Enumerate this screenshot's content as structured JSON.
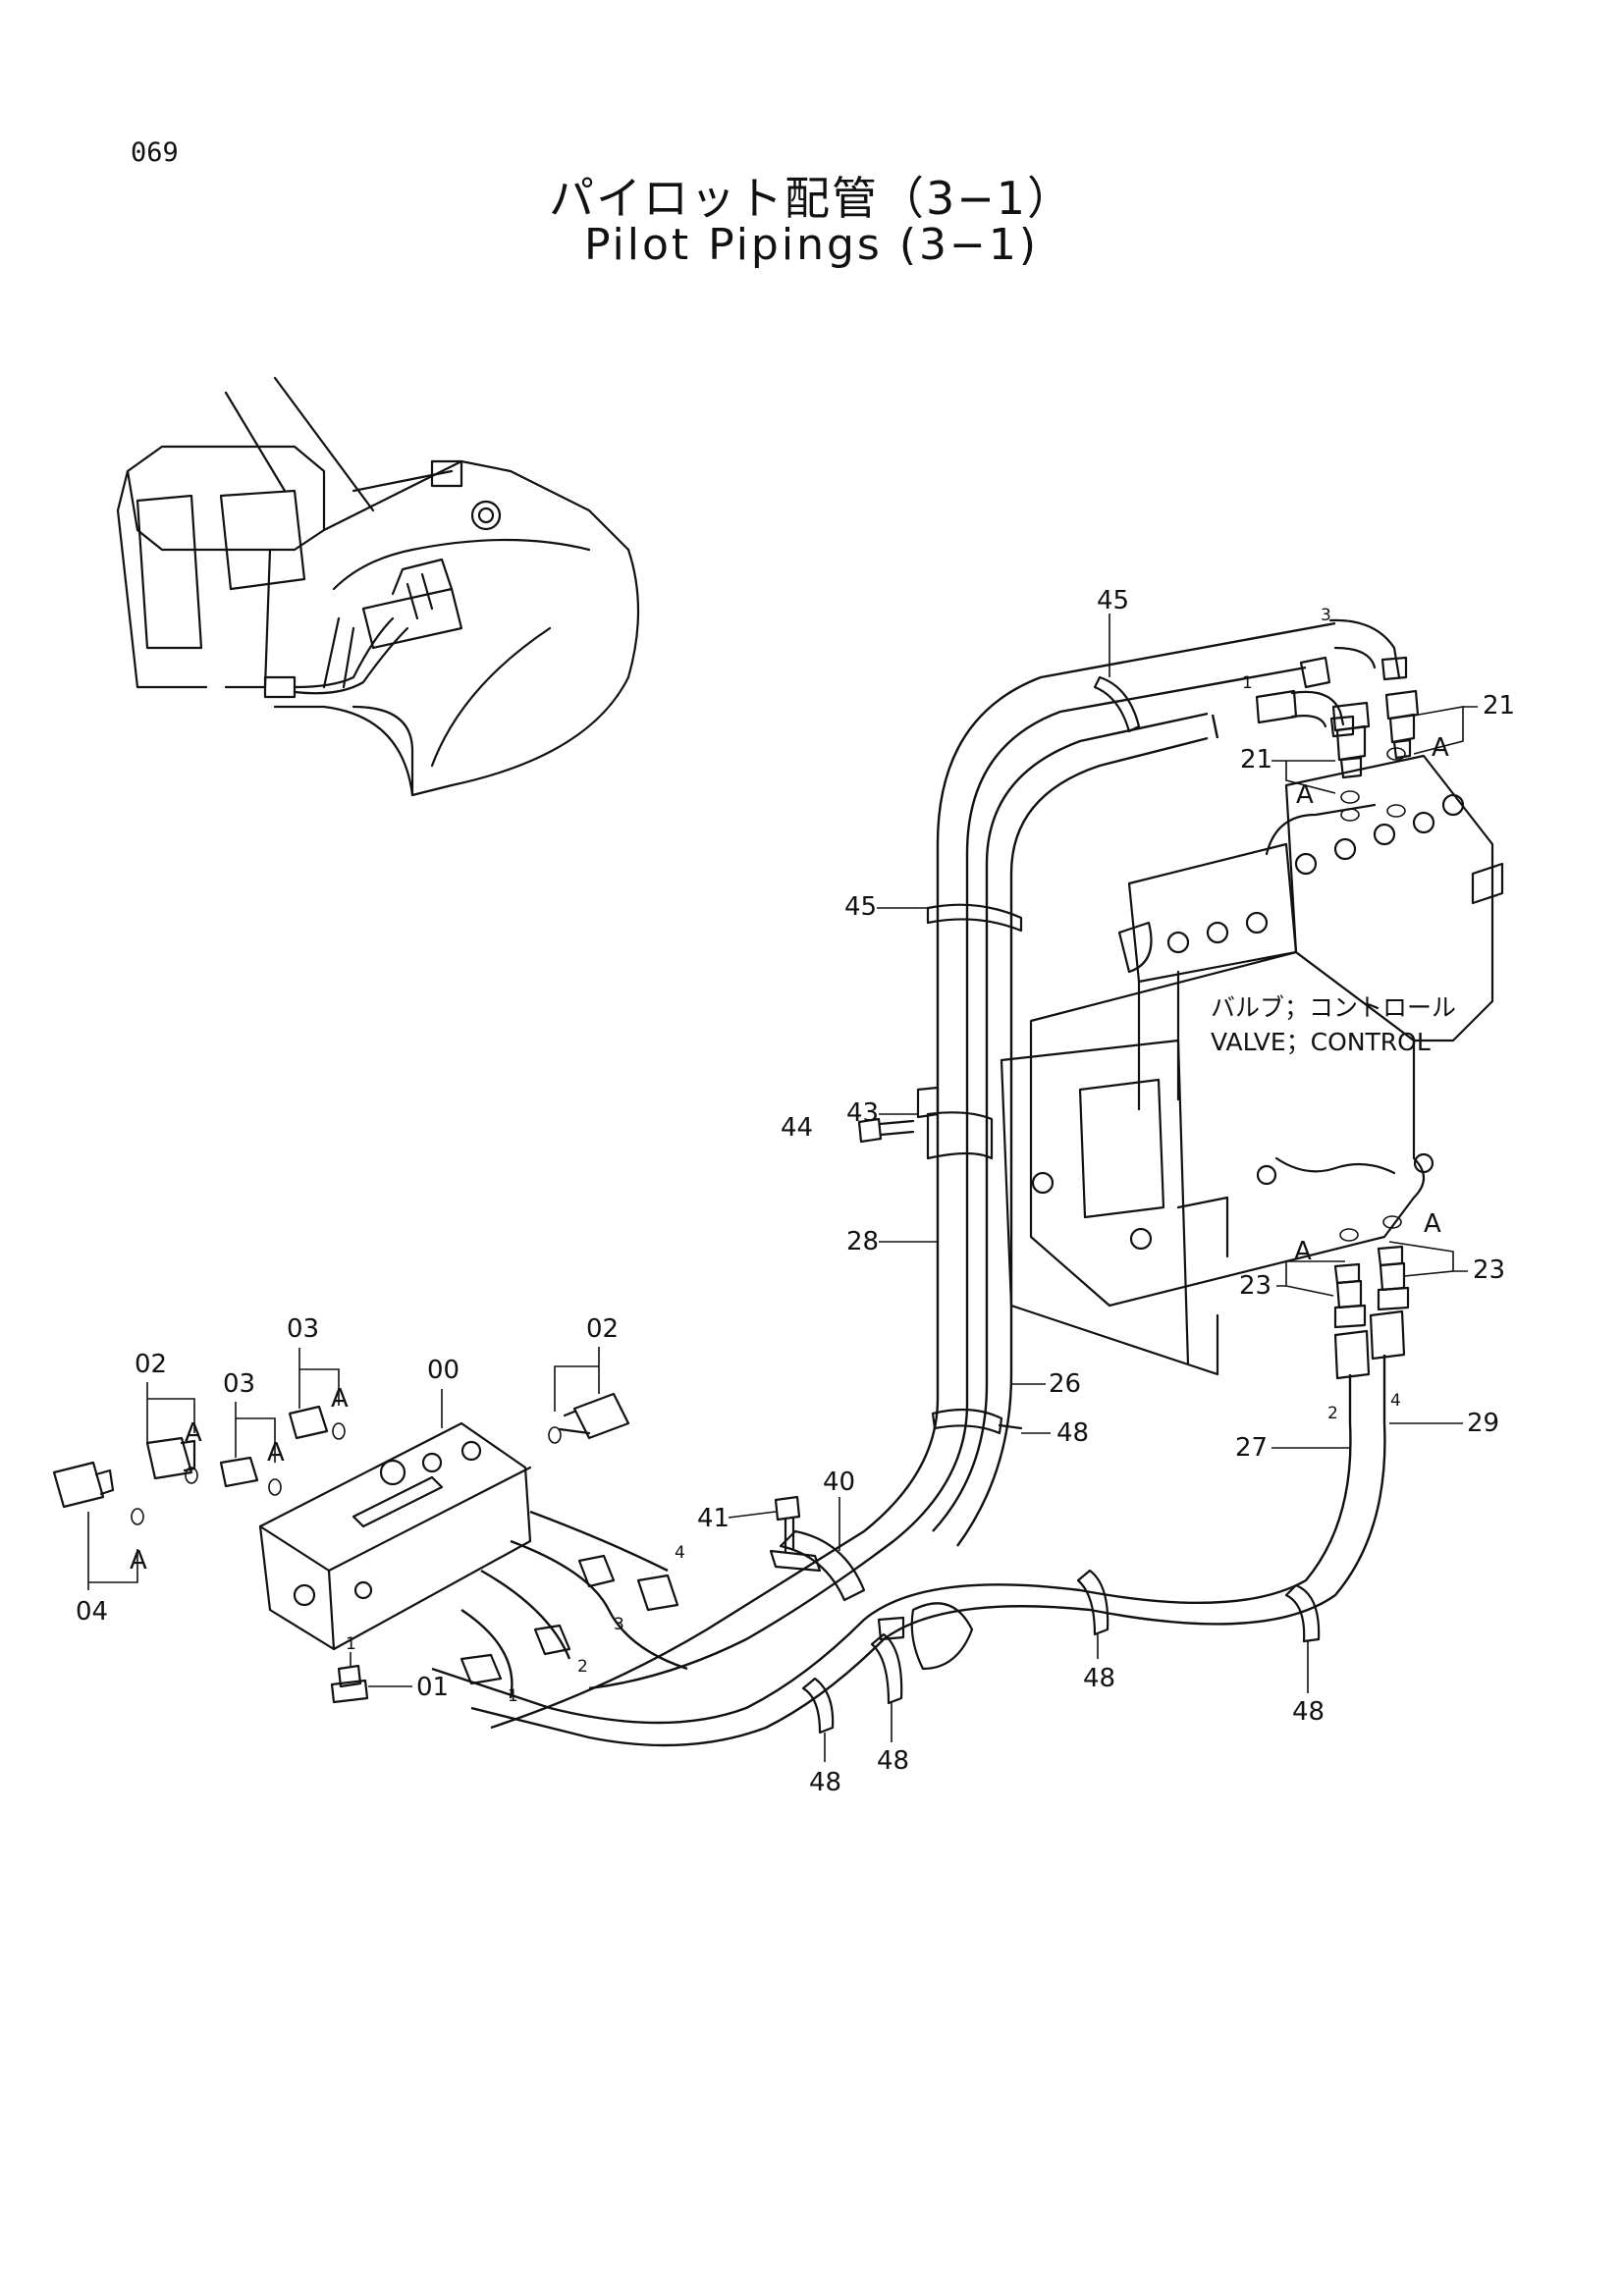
{
  "page_number": "069",
  "title_jp": "パイロット配管（3−1）",
  "title_en": "Pilot Pipings (3−1)",
  "valve_label": {
    "jp": "バルブ；コントロール",
    "en": "VALVE；CONTROL"
  },
  "callouts": {
    "c00": "00",
    "c01": "01",
    "c02a": "02",
    "c02b": "02",
    "c03a": "03",
    "c03b": "03",
    "c04": "04",
    "c21a": "21",
    "c21b": "21",
    "c23a": "23",
    "c23b": "23",
    "c26": "26",
    "c27": "27",
    "c28": "28",
    "c29": "29",
    "c40": "40",
    "c41": "41",
    "c43": "43",
    "c44": "44",
    "c45a": "45",
    "c45b": "45",
    "c48a": "48",
    "c48b": "48",
    "c48c": "48",
    "c48d": "48",
    "c48e": "48"
  },
  "detail_markers": {
    "a1": "A",
    "a2": "A",
    "a3": "A",
    "a4": "A",
    "a5": "A",
    "a6": "A",
    "a7": "A",
    "a8": "A"
  },
  "hose_numbers": {
    "h1_top": "1",
    "h3_top": "3",
    "h2_right": "2",
    "h4_right": "4",
    "h1_left": "1",
    "h2_left": "2",
    "h3_left": "3",
    "h4_left": "4",
    "plug1": "1"
  }
}
